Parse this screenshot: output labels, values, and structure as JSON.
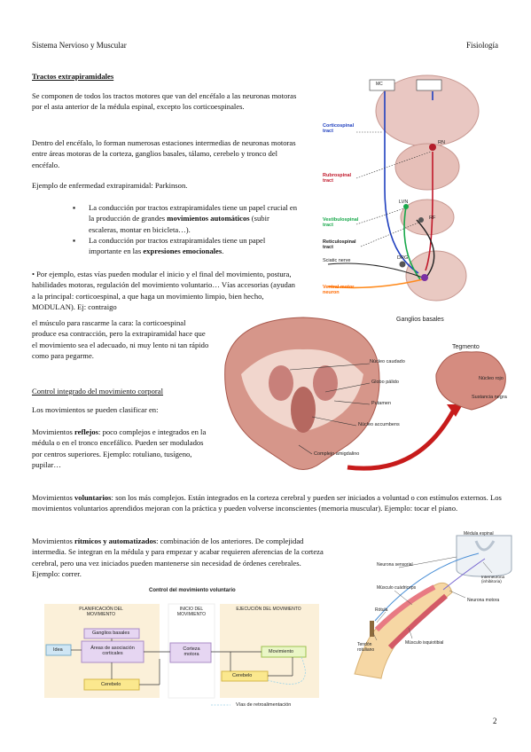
{
  "header": {
    "left": "Sistema Nervioso y Muscular",
    "right": "Fisiología"
  },
  "section_title": "Tractos extrapiramidales",
  "p1": "Se componen de todos los tractos motores que van del encéfalo a las neuronas motoras por el asta anterior de la médula espinal, excepto los corticoespinales.",
  "p2": "Dentro del encéfalo, lo forman numerosas estaciones intermedias de neuronas motoras entre áreas motoras de la corteza, ganglios basales, tálamo, cerebelo y tronco del encéfalo.",
  "p3": "Ejemplo de enfermedad extrapiramidal: Parkinson.",
  "bullet1": {
    "a": "La conducción por tractos extrapiramidales tiene un papel crucial en la producción de grandes ",
    "b": "movimientos automáticos",
    "c": " (subir escaleras, montar en bicicleta…)."
  },
  "bullet2": {
    "a": "La conducción por tractos extrapiramidales tiene un papel importante en las ",
    "b": "expresiones emocionales",
    "c": "."
  },
  "p4": {
    "a": "• Por ejemplo, estas vías pueden modular el inicio y el final del movimiento, postura, habilidades motoras, regulación del movimiento voluntario… Vías accesorias (ayudan a la principal: corticoespinal, a que haga un movimiento limpio, bien hecho, MODULAN). Ej: contraigo",
    "b": "el músculo para rascarme la cara: la corticoespinal produce esa contracción, pero la extrapiramidal hace que el movimiento sea el adecuado, ni muy lento ni tan rápido como para pegarme."
  },
  "control_title": "Control integrado del movimiento corporal",
  "p5": "Los movimientos se pueden clasificar en:",
  "reflejos": {
    "a": "Movimientos ",
    "b": "reflejos",
    "c": ": poco complejos e integrados en la médula o en el tronco encefálico. Pueden ser modulados por centros superiores. Ejemplo: rotuliano, tusígeno, pupilar…"
  },
  "voluntarios": {
    "a": "Movimientos ",
    "b": "voluntarios",
    "c": ": son los más complejos. Están integrados en la corteza cerebral y pueden ser iniciados a voluntad o con estímulos externos. Los movimientos voluntarios aprendidos mejoran con la práctica y pueden volverse inconscientes (memoria muscular). Ejemplo: tocar el piano."
  },
  "ritmicos": {
    "a": "Movimientos ",
    "b": "rítmicos y automatizados",
    "c": ": combinación de los anteriores. De complejidad intermedia. Se integran en la médula y para empezar y acabar requieren aferencias de la corteza cerebral, pero una vez iniciados pueden mantenerse sin necesidad de órdenes cerebrales. Ejemplo: correr."
  },
  "tracts_fig": {
    "mc": "MC",
    "corticospinal": "Corticospinal tract",
    "rn": "RN",
    "rubrospinal": "Rubrospinal tract",
    "lvn": "LVN",
    "vestibulospinal": "Vestibulospinal tract",
    "rf": "RF",
    "reticulospinal": "Reticulospinal tract",
    "drg": "DRG",
    "sciatic": "Sciatic nerve",
    "ventral": "Ventral motor neuron"
  },
  "ganglia_fig": {
    "title": "Ganglios basales",
    "caudado": "Núcleo caudado",
    "globo": "Globo pálido",
    "putamen": "Putamen",
    "accumbens": "Núcleo accumbens",
    "amigdalino": "Complejo amigdalino",
    "tegmento": "Tegmento",
    "rojo": "Núcleo rojo",
    "negra": "Sustancia negra"
  },
  "control_fig": {
    "title": "Control del movimiento voluntario",
    "plan": "PLANIFICACIÓN DEL MOVIMIENTO",
    "inicio": "INICIO DEL MOVIMIENTO",
    "ejec": "EJECUCIÓN DEL MOVIMIENTO",
    "idea": "Idea",
    "ganglios": "Ganglios basales",
    "areas": "Áreas de asociación corticales",
    "cerebelo1": "Cerebelo",
    "corteza": "Corteza motora",
    "movimiento": "Movimiento",
    "cerebelo2": "Cerebelo",
    "retro": "Vías de retroalimentación"
  },
  "reflex_fig": {
    "medula": "Médula espinal",
    "sensorial": "Neurona sensorial",
    "cuadriceps": "Músculo cuádriceps",
    "rotula": "Rótula",
    "tendon": "Tendón rotuliano",
    "isquio": "Músculo isquiotibial",
    "inter": "Interneurona (inhibitoria)",
    "motora": "Neurona motora"
  },
  "page_number": "2"
}
